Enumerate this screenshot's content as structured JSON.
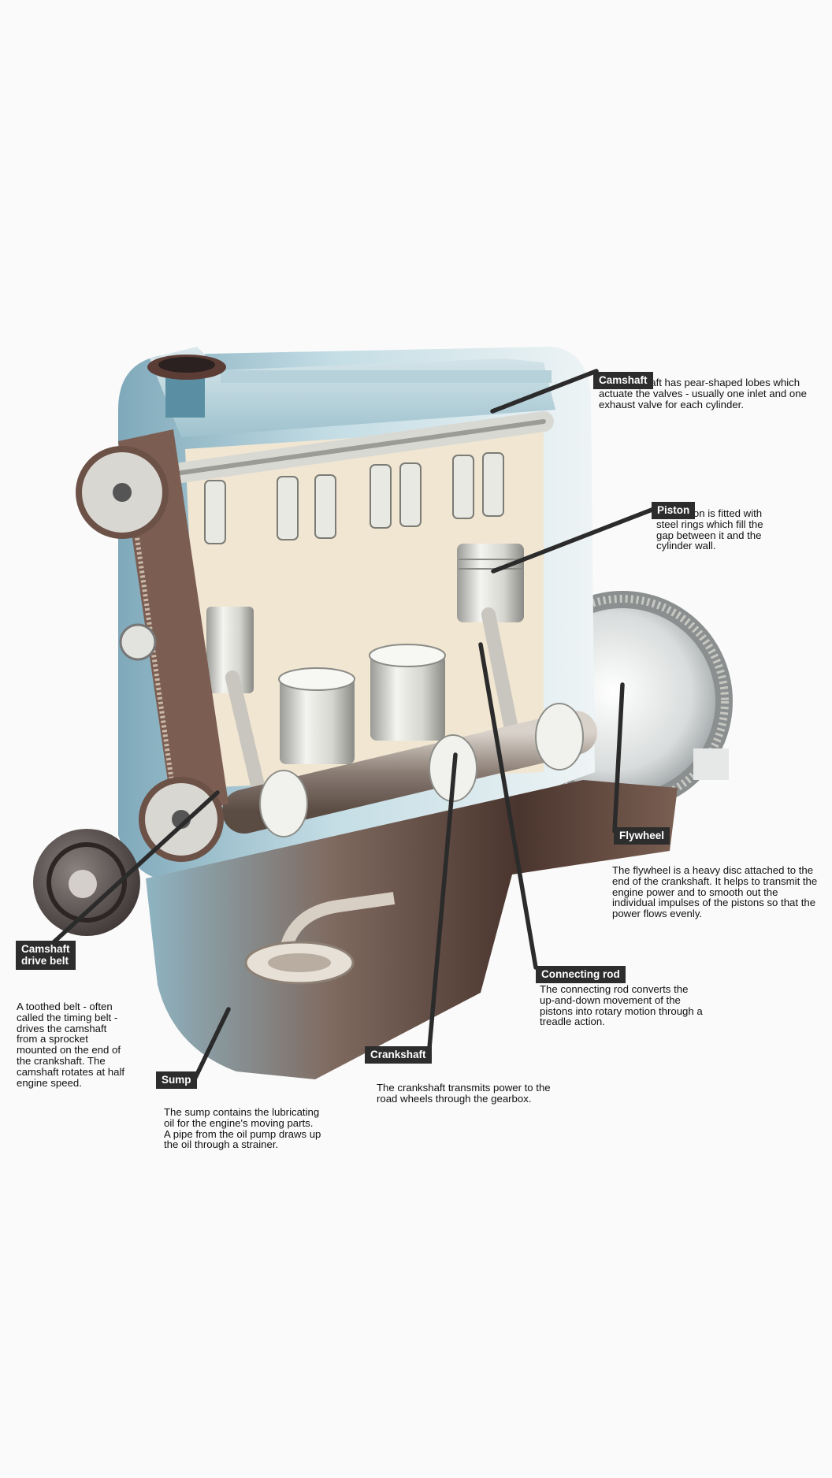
{
  "labels": {
    "camshaft": {
      "tag": "Camshaft",
      "text": "The camshaft has pear-shaped lobes which actuate the valves - usually one inlet and one exhaust valve for each cylinder."
    },
    "piston": {
      "tag": "Piston",
      "text": "The piston is fitted with steel rings which fill the gap between it and the cylinder wall."
    },
    "flywheel": {
      "tag": "Flywheel",
      "text": "The flywheel is a heavy disc attached to the end of the crankshaft. It helps to transmit the engine power and to smooth out the individual impulses of the pistons so that the power flows evenly."
    },
    "connecting_rod": {
      "tag": "Connecting rod",
      "text": "The connecting rod converts the up-and-down movement of the pistons into rotary motion through a treadle action."
    },
    "crankshaft": {
      "tag": "Crankshaft",
      "text": "The crankshaft transmits power to the road wheels through the gearbox."
    },
    "sump": {
      "tag": "Sump",
      "text": "The sump contains the lubricating oil for the engine's moving parts. A pipe from the oil pump draws up the oil through a strainer."
    },
    "camshaft_drive_belt": {
      "tag": "Camshaft\ndrive belt",
      "text": "A toothed belt - often called the timing belt - drives the camshaft from a sprocket mounted on the end of the crankshaft. The camshaft rotates at half engine speed."
    }
  },
  "colors": {
    "background": "#fafafa",
    "tag_fill": "#2d2d2d",
    "leader_line": "#2b2b2b",
    "engine_block": "#a9cbd6",
    "sump_metal": "#6e5246",
    "piston_metal": "#e4e4e0"
  }
}
